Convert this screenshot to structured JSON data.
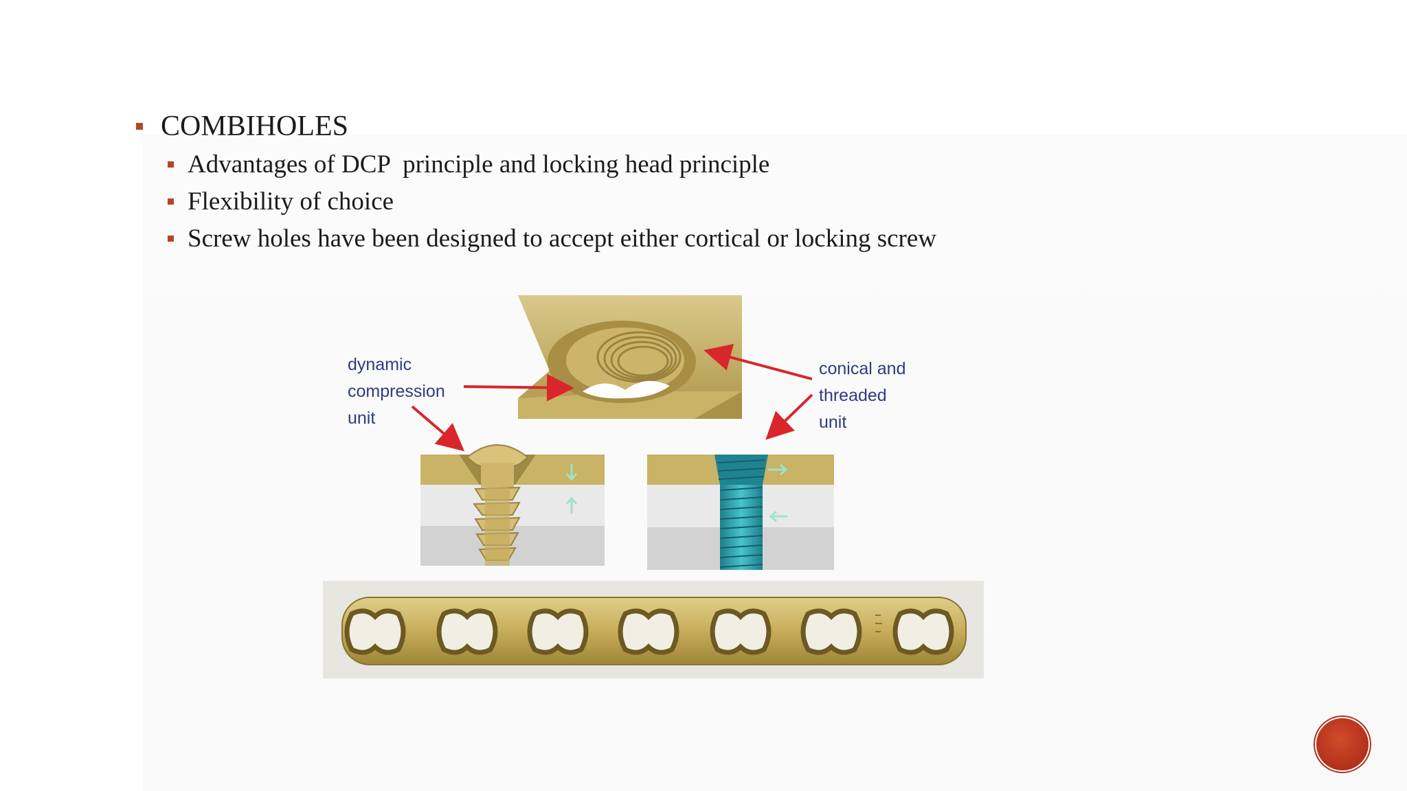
{
  "slide": {
    "heading": "COMBIHOLES",
    "bullets": [
      "Advantages of DCP  principle and locking head principle",
      "Flexibility of choice",
      "Screw holes have been designed to accept either cortical or locking screw"
    ]
  },
  "figure": {
    "label_left": "dynamic\ncompression\nunit",
    "label_right": "conical and\nthreaded\nunit"
  },
  "colors": {
    "accent": "#b5452a",
    "label_text": "#2f3c7e",
    "arrow": "#d8262a",
    "plate_gold": "#c9b46a",
    "locking_screw": "#2aa5b4"
  },
  "icons": [
    "square-bullet-icon",
    "red-arrow-icon",
    "nav-circle-icon"
  ]
}
